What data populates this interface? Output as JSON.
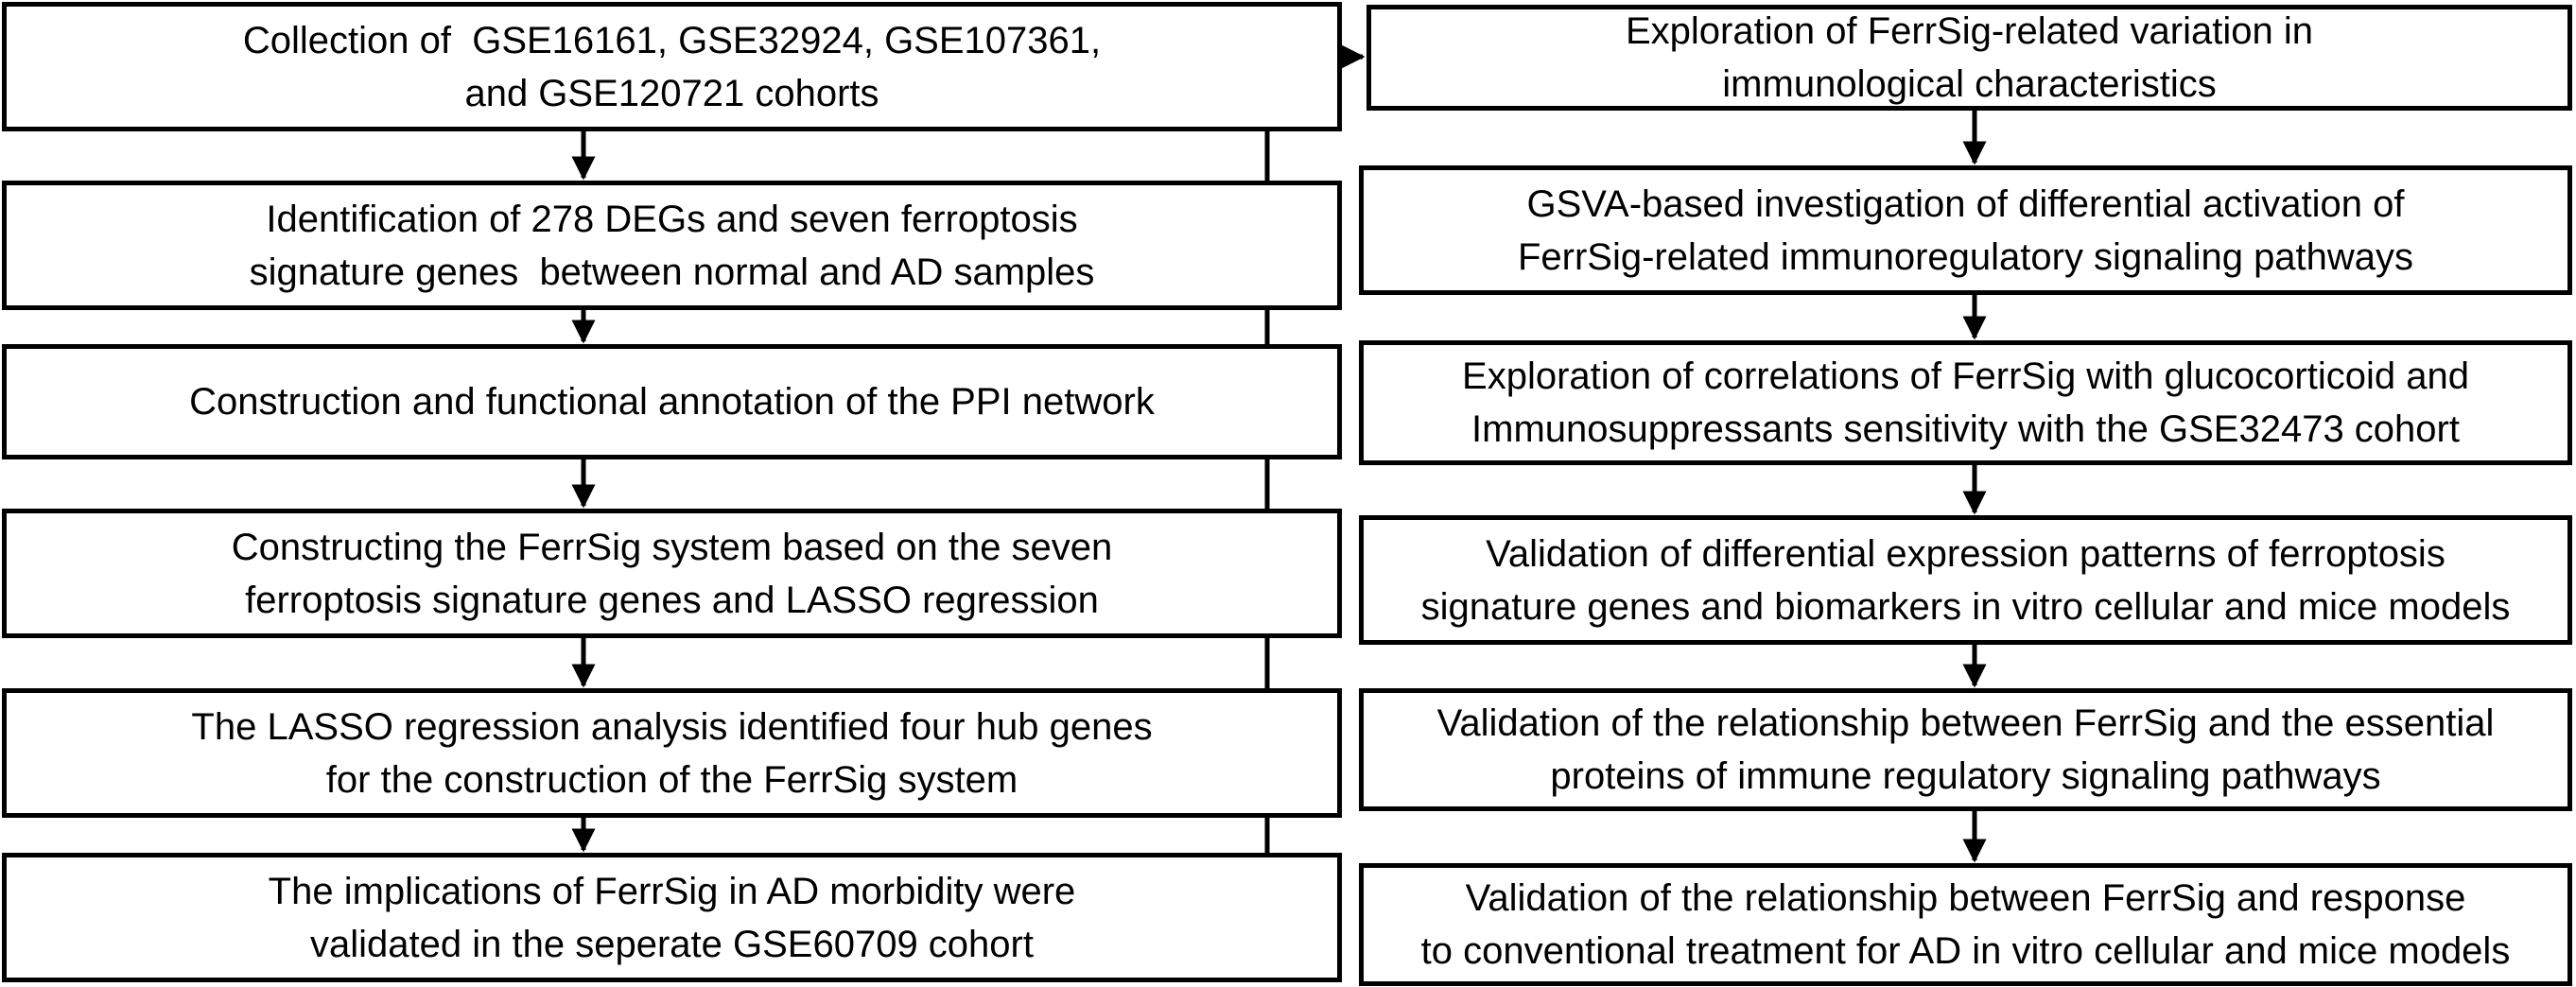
{
  "diagram": {
    "left_steps": [
      {
        "lines": [
          "Collection of  GSE16161, GSE32924, GSE107361,",
          "and GSE120721 cohorts"
        ]
      },
      {
        "lines": [
          "Identification of 278 DEGs and seven ferroptosis",
          "signature genes  between normal and AD samples"
        ]
      },
      {
        "lines": [
          "Construction and functional annotation of the PPI network"
        ]
      },
      {
        "lines": [
          "Constructing the FerrSig system based on the seven",
          "ferroptosis signature genes and LASSO regression"
        ]
      },
      {
        "lines": [
          "The LASSO regression analysis identified four hub genes",
          "for the construction of the FerrSig system"
        ]
      },
      {
        "lines": [
          "The implications of FerrSig in AD morbidity were",
          "validated in the seperate GSE60709 cohort"
        ]
      }
    ],
    "right_steps": [
      {
        "lines": [
          "Exploration of FerrSig-related variation in",
          "immunological characteristics"
        ]
      },
      {
        "lines": [
          "GSVA-based investigation of differential activation of",
          "FerrSig-related immunoregulatory signaling pathways"
        ]
      },
      {
        "lines": [
          "Exploration of correlations of FerrSig with glucocorticoid and",
          "Immunosuppressants sensitivity with the GSE32473 cohort"
        ]
      },
      {
        "lines": [
          "Validation of differential expression patterns of ferroptosis",
          "signature genes and biomarkers in vitro cellular and mice models"
        ]
      },
      {
        "lines": [
          "Validation of the relationship between FerrSig and the essential",
          "proteins of immune regulatory signaling pathways"
        ]
      },
      {
        "lines": [
          "Validation of the relationship between FerrSig and response",
          "to conventional treatment for AD in vitro cellular and mice models"
        ]
      }
    ],
    "colors": {
      "stroke": "#000000",
      "fill": "#ffffff",
      "text": "#000000"
    }
  }
}
